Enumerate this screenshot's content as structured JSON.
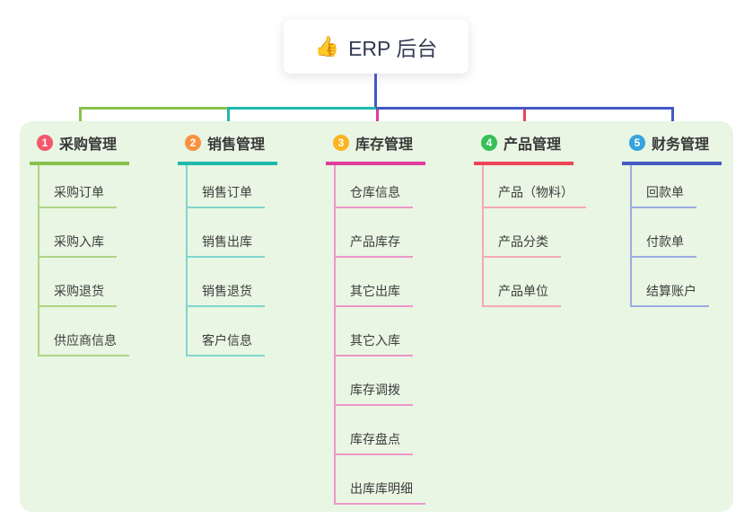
{
  "root": {
    "icon": "👍",
    "title": "ERP 后台"
  },
  "colors": {
    "page_background": "#ffffff",
    "panel_background": "#e8f6e3",
    "root_card_background": "#ffffff",
    "root_text": "#323c52",
    "root_connector": "#4459c4",
    "branch_text": "#383838",
    "child_text": "#3d3d3d"
  },
  "branches": [
    {
      "number": "1",
      "label": "采购管理",
      "line_color": "#88c14c",
      "line_light_color": "#aed584",
      "badge_color": "#f4566a",
      "children": [
        "采购订单",
        "采购入库",
        "采购退货",
        "供应商信息"
      ]
    },
    {
      "number": "2",
      "label": "销售管理",
      "line_color": "#1fb8ad",
      "line_light_color": "#7fd6cd",
      "badge_color": "#f9913f",
      "children": [
        "销售订单",
        "销售出库",
        "销售退货",
        "客户信息"
      ]
    },
    {
      "number": "3",
      "label": "库存管理",
      "line_color": "#df3d9b",
      "line_light_color": "#ee96c9",
      "badge_color": "#fbb321",
      "children": [
        "仓库信息",
        "产品库存",
        "其它出库",
        "其它入库",
        "库存调拨",
        "库存盘点",
        "出库库明细"
      ]
    },
    {
      "number": "4",
      "label": "产品管理",
      "line_color": "#ef4356",
      "line_light_color": "#f6a9b1",
      "badge_color": "#35c156",
      "children": [
        "产品（物料）",
        "产品分类",
        "产品单位"
      ]
    },
    {
      "number": "5",
      "label": "财务管理",
      "line_color": "#4459c4",
      "line_light_color": "#9cabe2",
      "badge_color": "#35a4dd",
      "children": [
        "回款单",
        "付款单",
        "结算账户"
      ]
    }
  ]
}
